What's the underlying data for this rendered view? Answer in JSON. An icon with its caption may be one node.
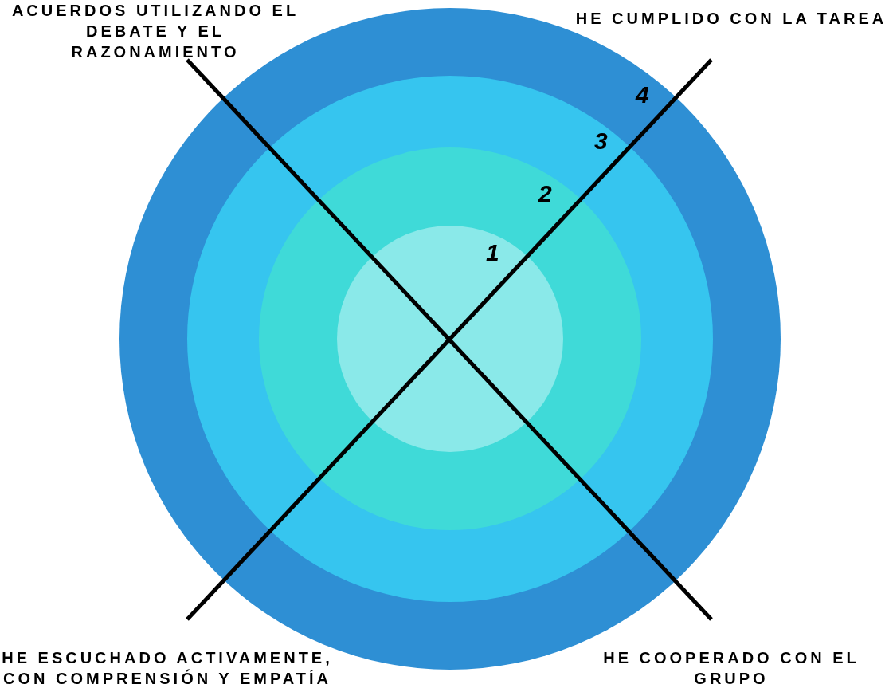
{
  "diagram": {
    "labels": [
      "ACUERDOS UTILIZANDO EL DEBATE Y EL RAZONAMIENTO",
      "HE CUMPLIDO CON LA TAREA",
      "4",
      "3",
      "2",
      "1",
      "HE ESCUCHADO ACTIVAMENTE, CON COMPRENSIÓN Y EMPATÍA",
      "HE COOPERADO CON EL GRUPO"
    ]
  }
}
